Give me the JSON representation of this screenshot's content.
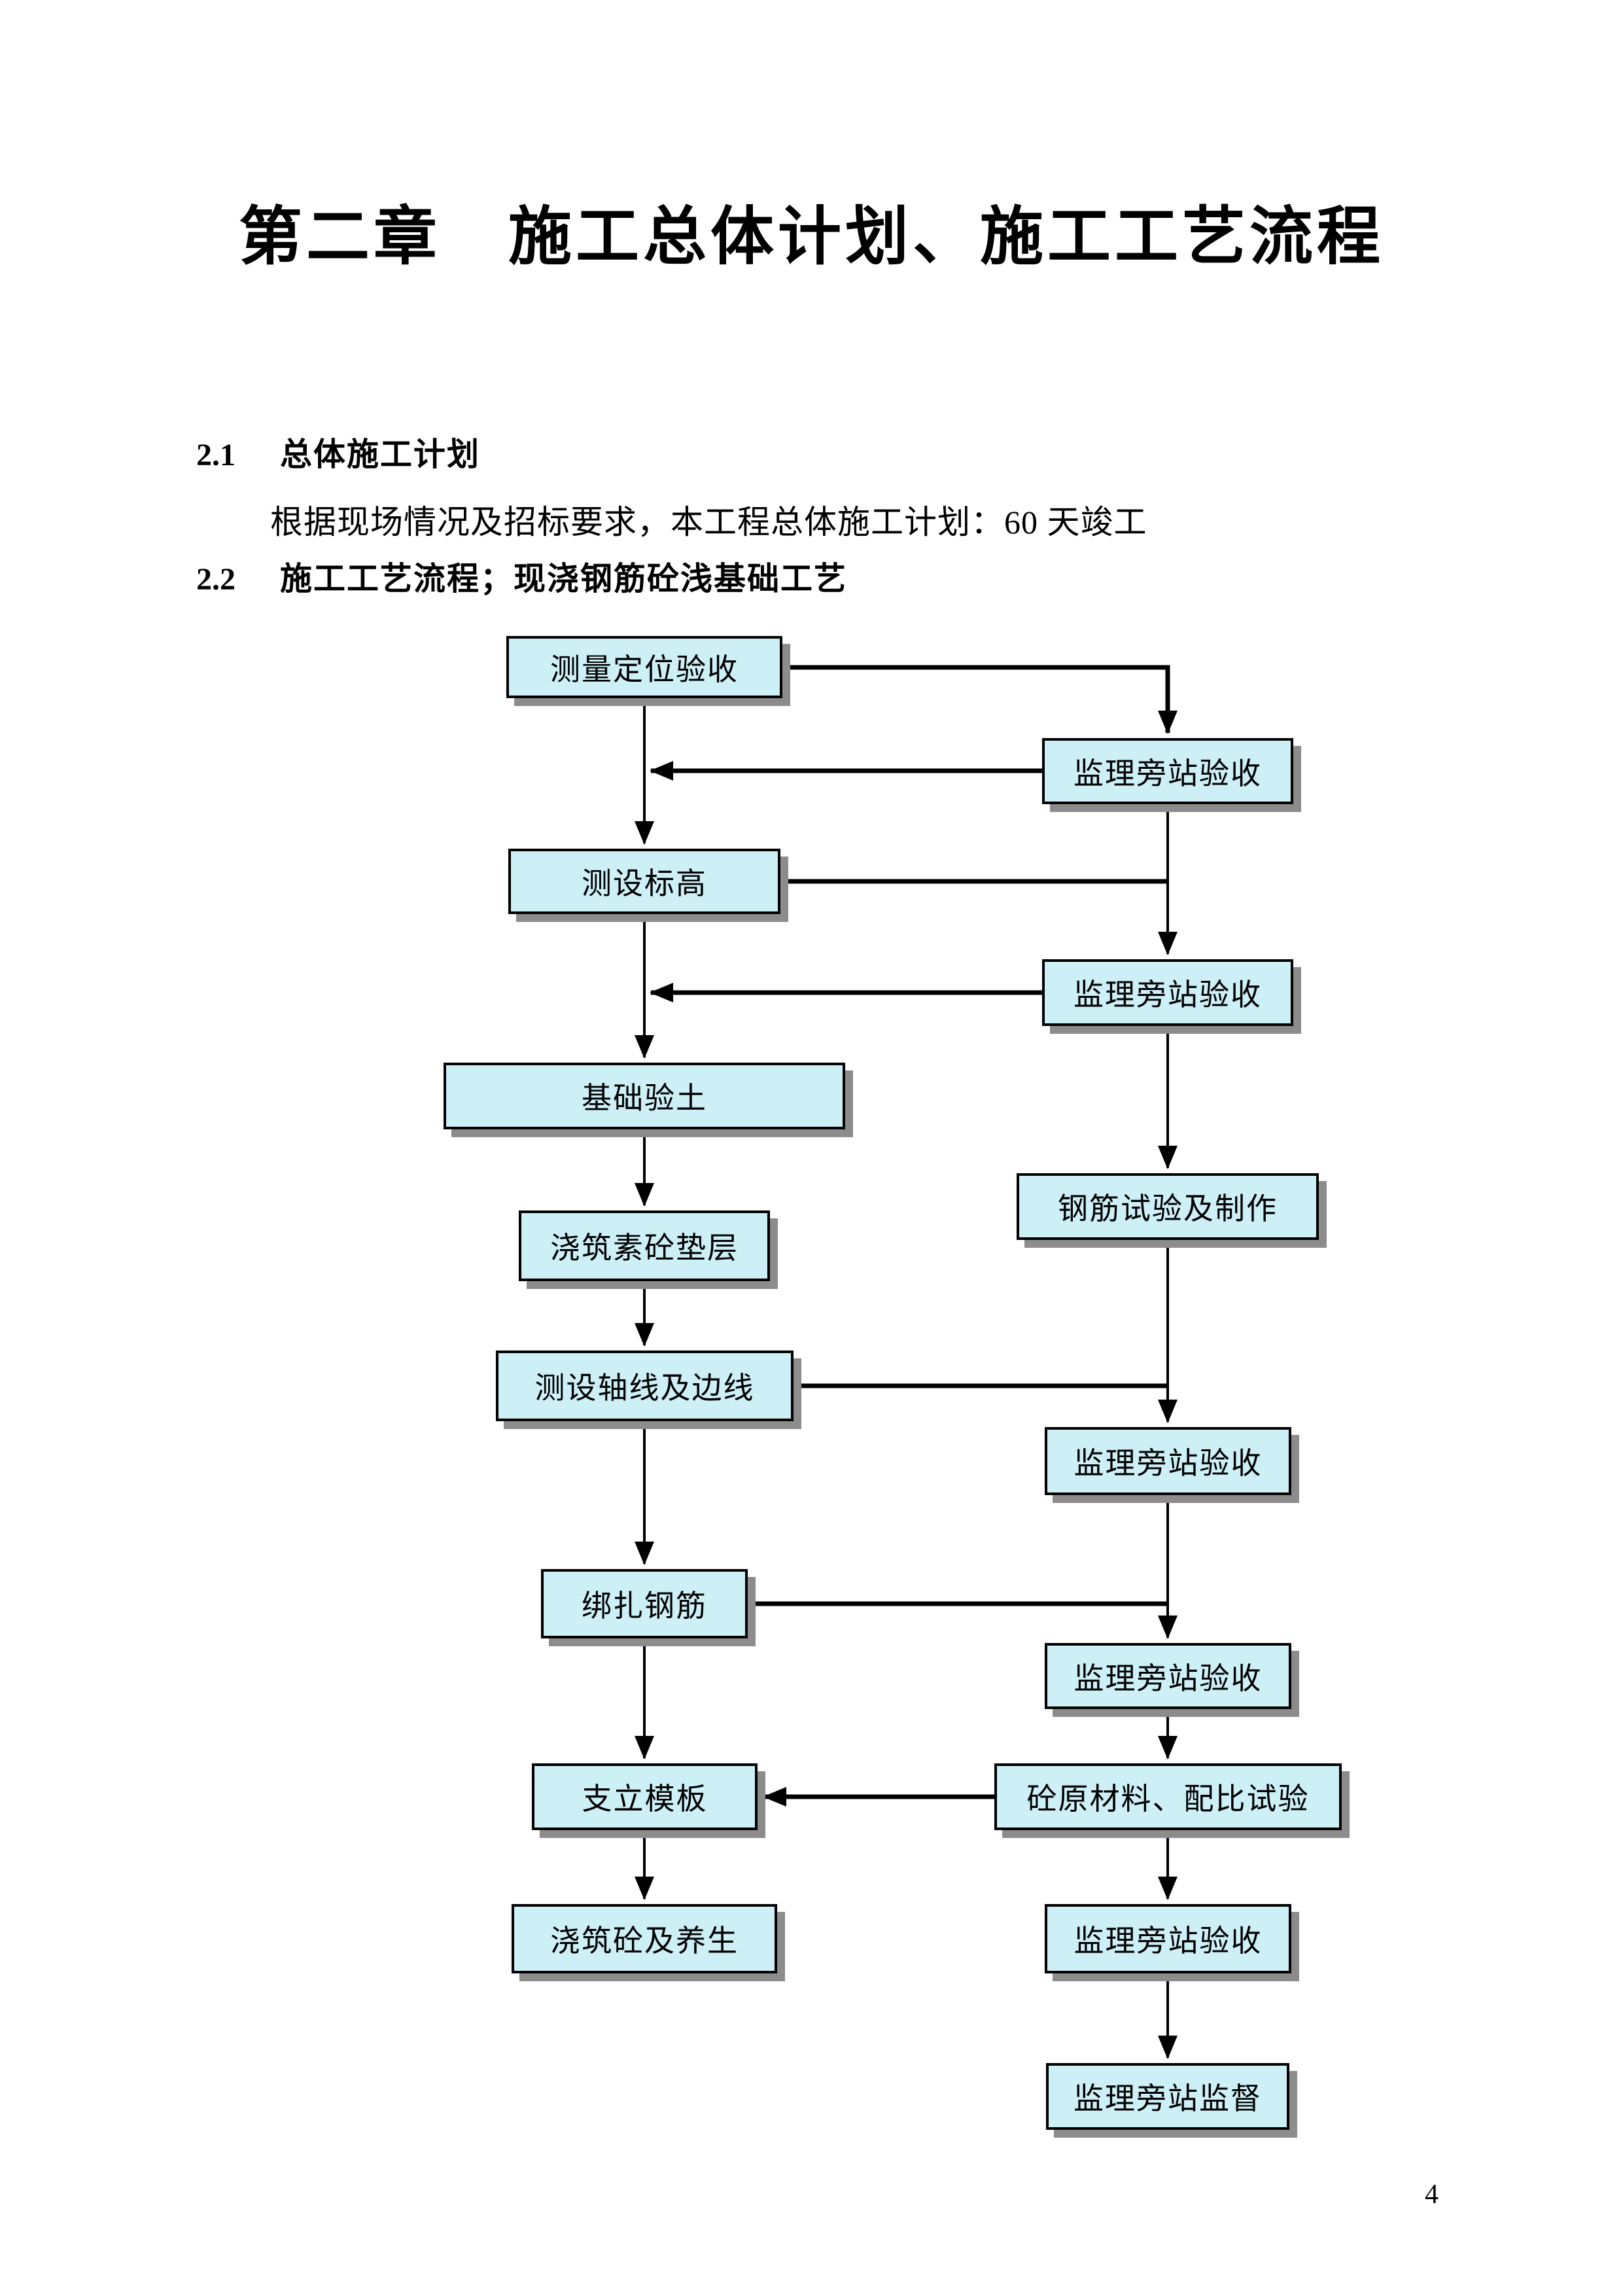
{
  "page": {
    "title": "第二章　施工总体计划、施工工艺流程",
    "page_number": "4"
  },
  "sections": {
    "s21": {
      "number": "2.1",
      "heading": "总体施工计划",
      "body": "根据现场情况及招标要求，本工程总体施工计划：60 天竣工"
    },
    "s22": {
      "number": "2.2",
      "heading": "施工工艺流程；现浇钢筋砼浅基础工艺"
    }
  },
  "flowchart": {
    "nodes": {
      "n1": {
        "label": "测量定位验收"
      },
      "n2": {
        "label": "测设标高"
      },
      "n3": {
        "label": "基础验土"
      },
      "n4": {
        "label": "浇筑素砼垫层"
      },
      "n5": {
        "label": "测设轴线及边线"
      },
      "n6": {
        "label": "绑扎钢筋"
      },
      "n7": {
        "label": "支立模板"
      },
      "n8": {
        "label": "浇筑砼及养生"
      },
      "r1": {
        "label": "监理旁站验收"
      },
      "r2": {
        "label": "监理旁站验收"
      },
      "r3": {
        "label": "钢筋试验及制作"
      },
      "r4": {
        "label": "监理旁站验收"
      },
      "r5": {
        "label": "监理旁站验收"
      },
      "r6": {
        "label": "砼原材料、配比试验"
      },
      "r7": {
        "label": "监理旁站验收"
      },
      "r8": {
        "label": "监理旁站监督"
      }
    },
    "edges": [
      {
        "from": "n1",
        "to": "r1"
      },
      {
        "from": "r1",
        "to": "n1-n2-line"
      },
      {
        "from": "n1",
        "to": "n2"
      },
      {
        "from": "n2",
        "to": "r1-r2-line"
      },
      {
        "from": "r1",
        "to": "r2"
      },
      {
        "from": "r2",
        "to": "n2-n3-line"
      },
      {
        "from": "n2",
        "to": "n3"
      },
      {
        "from": "n3",
        "to": "n4"
      },
      {
        "from": "r2",
        "to": "r3"
      },
      {
        "from": "n4",
        "to": "n5"
      },
      {
        "from": "n5",
        "to": "r3-r4-line"
      },
      {
        "from": "r3",
        "to": "r4"
      },
      {
        "from": "n5",
        "to": "n6"
      },
      {
        "from": "n6",
        "to": "r4-r5-line"
      },
      {
        "from": "r4",
        "to": "r5"
      },
      {
        "from": "n6",
        "to": "n7"
      },
      {
        "from": "r5",
        "to": "r6"
      },
      {
        "from": "r6",
        "to": "n7"
      },
      {
        "from": "n7",
        "to": "n8"
      },
      {
        "from": "r6",
        "to": "r7"
      },
      {
        "from": "r7",
        "to": "r8"
      }
    ]
  },
  "colors": {
    "page_background": "#FFFFFF",
    "node_fill": "#CDEFF6",
    "node_border": "#000000",
    "node_shadow": "#8C8C8C",
    "text": "#000000"
  }
}
